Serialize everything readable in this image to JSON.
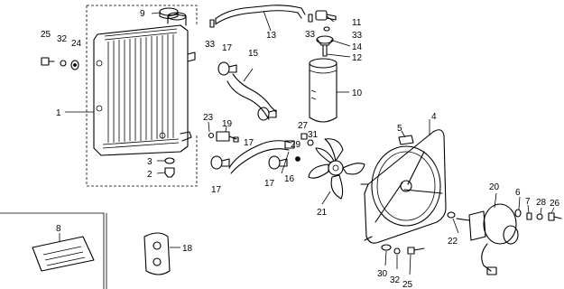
{
  "callouts": {
    "c1": "1",
    "c2": "2",
    "c3": "3",
    "c4": "4",
    "c5": "5",
    "c6": "6",
    "c7": "7",
    "c8": "8",
    "c9": "9",
    "c10": "10",
    "c11": "11",
    "c12": "12",
    "c13": "13",
    "c14": "14",
    "c15": "15",
    "c16": "16",
    "c17a": "17",
    "c17b": "17",
    "c17c": "17",
    "c17d": "17",
    "c18": "18",
    "c19": "19",
    "c20": "20",
    "c21": "21",
    "c22": "22",
    "c23": "23",
    "c24": "24",
    "c25a": "25",
    "c25b": "25",
    "c26": "26",
    "c27": "27",
    "c28": "28",
    "c29": "29",
    "c30": "30",
    "c31": "31",
    "c32a": "32",
    "c32b": "32",
    "c33a": "33",
    "c33b": "33",
    "c33c": "33"
  }
}
